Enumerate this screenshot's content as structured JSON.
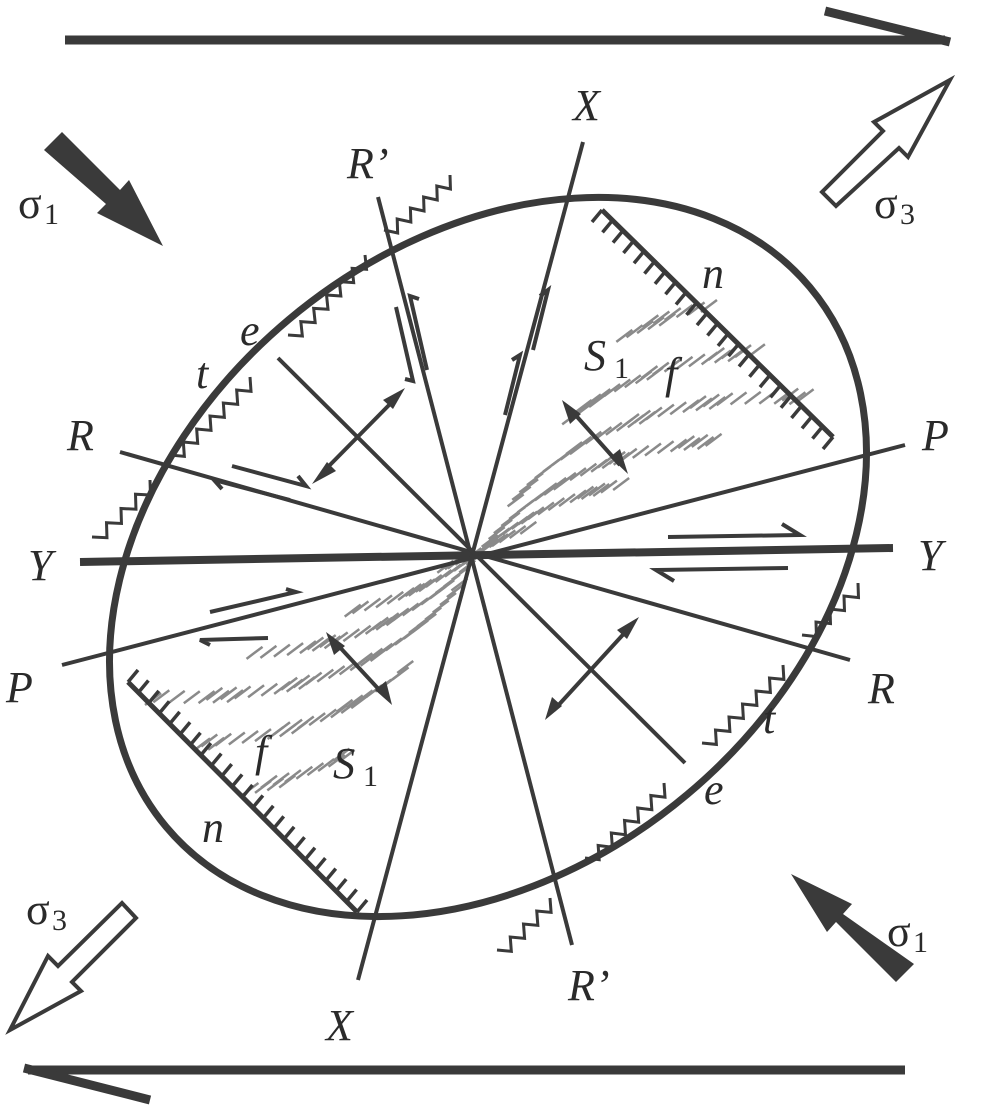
{
  "labels": {
    "X": "X",
    "Y": "Y",
    "R": "R",
    "R_prime": "R’",
    "P": "P",
    "sigma": "σ",
    "sub_1": "1",
    "sub_3": "3",
    "e": "e",
    "t": "t",
    "n": "n",
    "f": "f",
    "S": "S"
  },
  "colors": {
    "ink": "#3a3a3a",
    "dash": "#8a8a8a",
    "background": "#ffffff"
  }
}
